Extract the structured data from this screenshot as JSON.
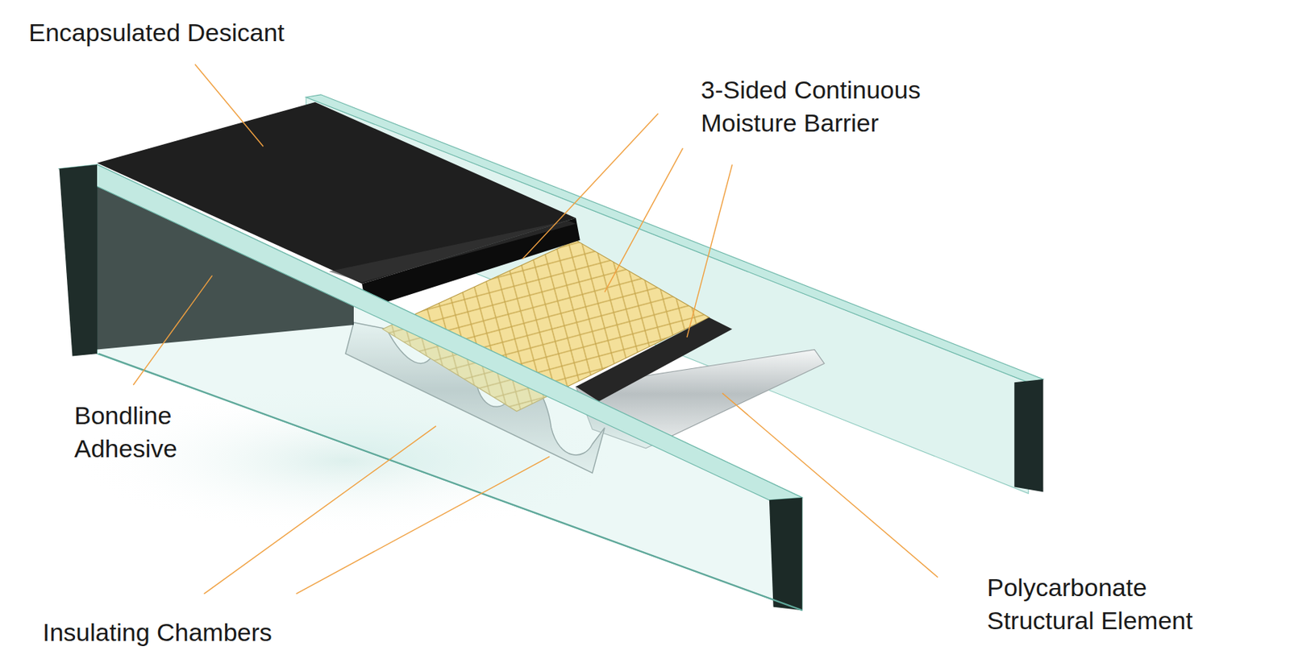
{
  "diagram": {
    "labels": [
      "Encapsulated Desicant",
      "3-Sided Continuous Moisture Barrier",
      "Bondline Adhesive",
      "Insulating Chambers",
      "Polycarbonate Structural Element"
    ]
  }
}
